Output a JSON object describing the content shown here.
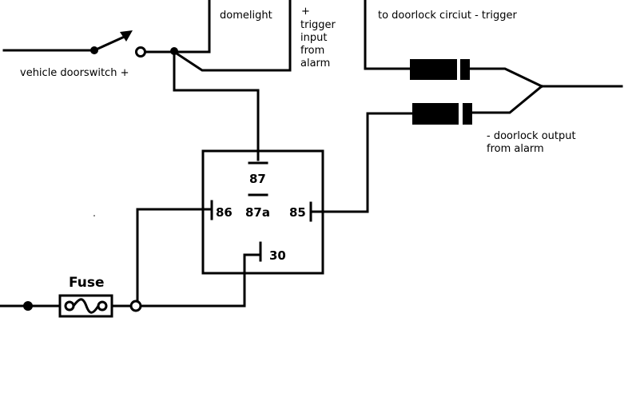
{
  "labels": {
    "domelight": "domelight",
    "trigger_plus": "+",
    "trigger_line1": "trigger",
    "trigger_line2": "input",
    "trigger_line3": "from",
    "trigger_line4": "alarm",
    "doorlock_trigger": "to doorlock circiut - trigger",
    "doorswitch": "vehicle doorswitch +",
    "doorlock_output_line1": "- doorlock output",
    "doorlock_output_line2": "from alarm",
    "fuse": "Fuse"
  },
  "relay": {
    "pin_87": "87",
    "pin_86": "86",
    "pin_87a": "87a",
    "pin_85": "85",
    "pin_30": "30"
  },
  "colors": {
    "wire": "#000000",
    "background": "#ffffff"
  }
}
